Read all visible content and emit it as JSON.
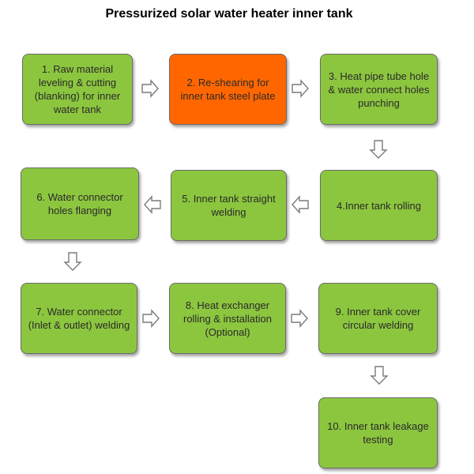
{
  "title": "Pressurized solar water heater inner tank",
  "steps": [
    "1. Raw material leveling & cutting (blanking) for inner water tank",
    "2. Re-shearing for inner tank steel plate",
    "3. Heat pipe tube hole & water connect holes punching",
    "4.Inner tank rolling",
    "5. Inner tank straight welding",
    "6. Water connector holes flanging",
    "7. Water connector (Inlet & outlet) welding",
    "8. Heat exchanger rolling & installation (Optional)",
    "9. Inner tank cover circular welding",
    "10. Inner tank leakage testing"
  ],
  "colors": {
    "step_green": "#8cc63f",
    "step_highlight": "#ff6600"
  }
}
